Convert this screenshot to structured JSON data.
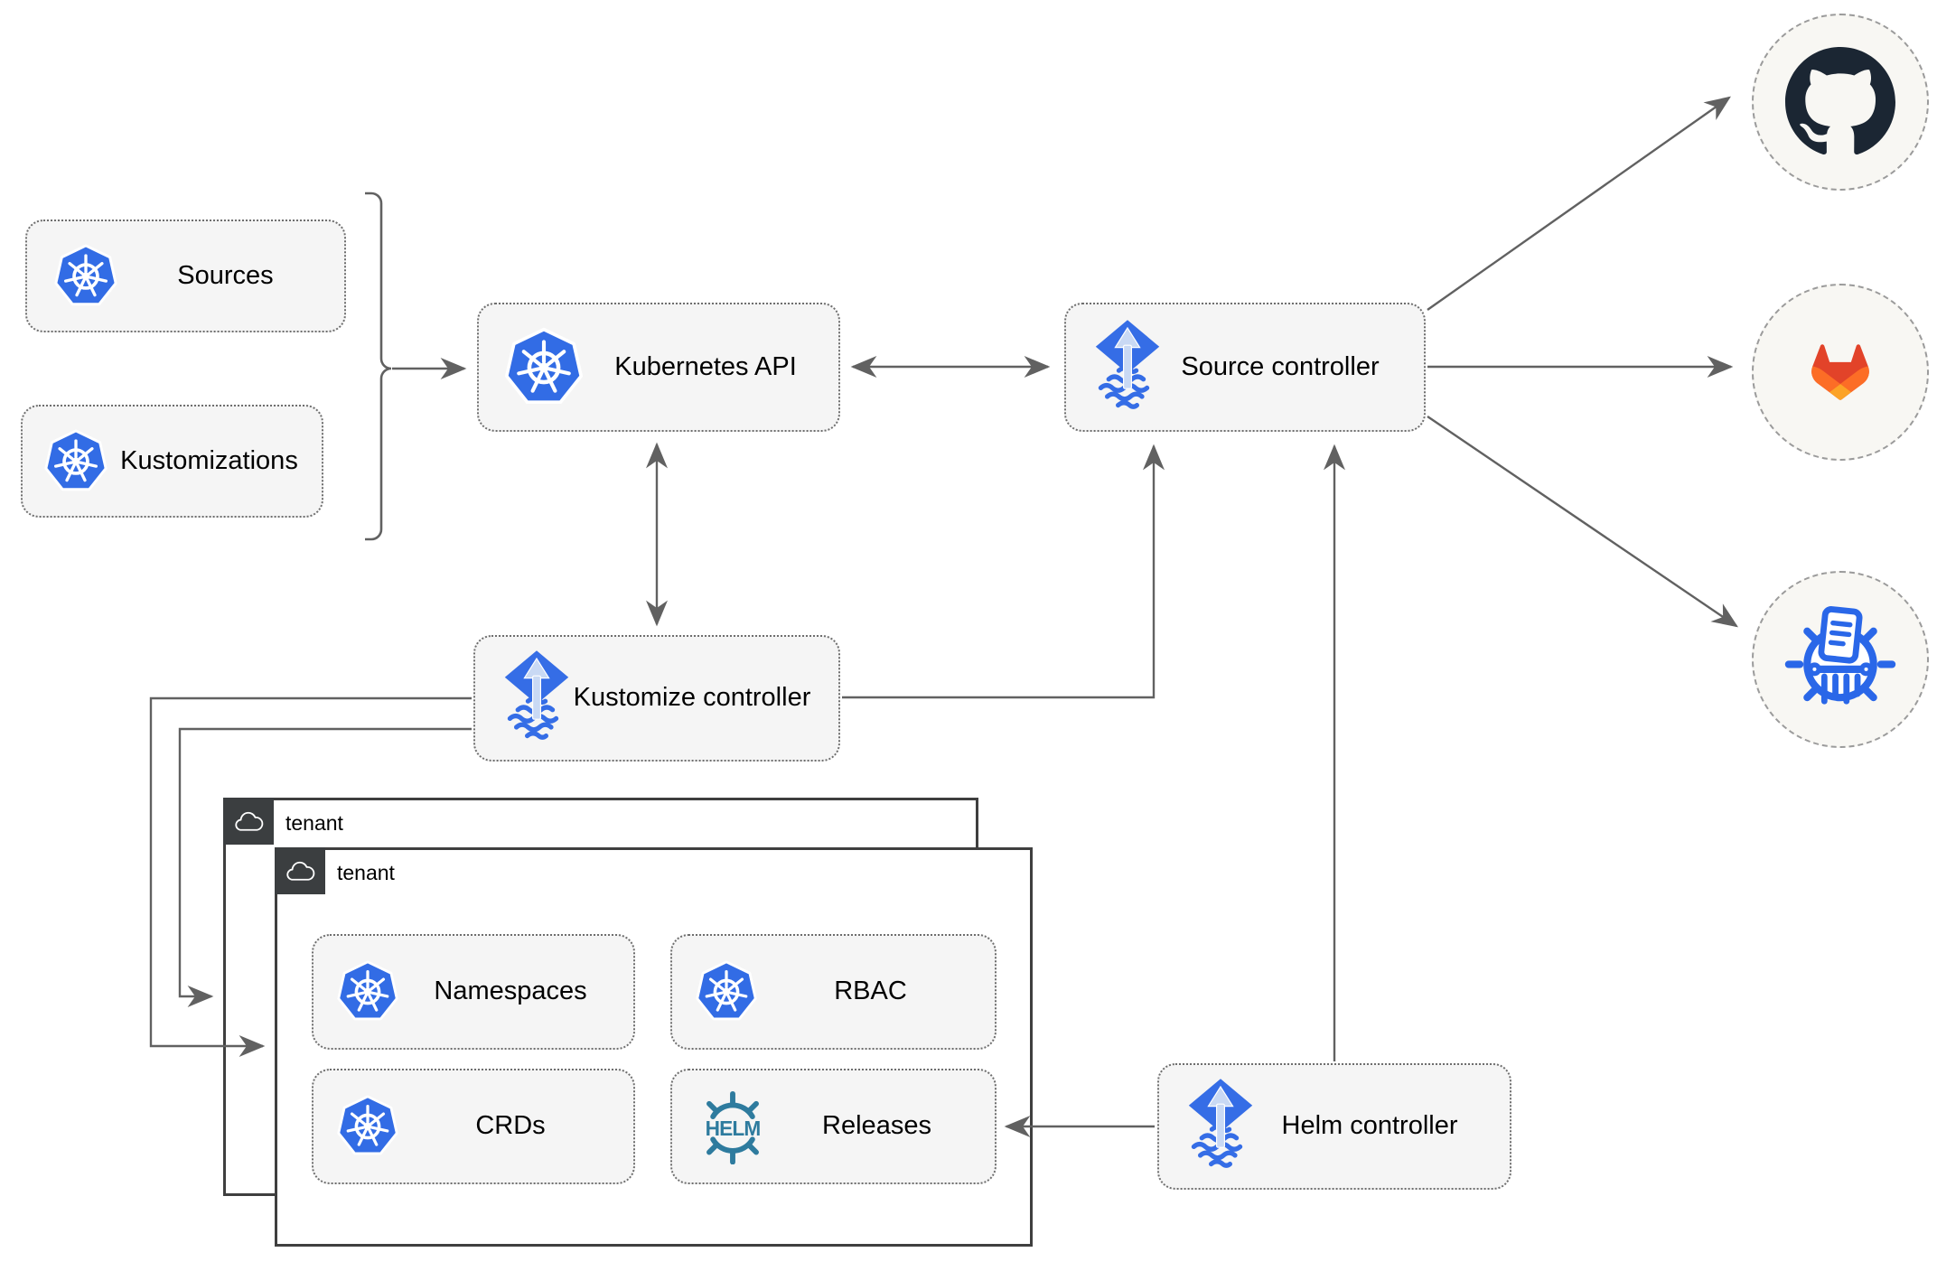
{
  "diagram": {
    "nodes": {
      "sources": "Sources",
      "kustomizations": "Kustomizations",
      "kubernetes_api": "Kubernetes API",
      "source_controller": "Source controller",
      "kustomize_controller": "Kustomize controller",
      "helm_controller": "Helm controller",
      "tenant_outer": "tenant",
      "tenant_inner": "tenant",
      "namespaces": "Namespaces",
      "rbac": "RBAC",
      "crds": "CRDs",
      "releases": "Releases"
    },
    "icons": {
      "kubernetes": "kubernetes-wheel",
      "flux": "flux-arrow-diamond",
      "helm": "helm-ship-wheel",
      "helm_text": "HELM",
      "cloud": "cloud",
      "github": "github-octocat",
      "gitlab": "gitlab-tanuki",
      "manifests": "kubernetes-manifests-shredder"
    },
    "colors": {
      "kubernetes-blue": "#326CE5",
      "flux-blue": "#356DE6",
      "flux-arrow": "#C9D9F4",
      "helm-teal": "#2E7B9E",
      "github-dark": "#1B2633",
      "gitlab-red-orange": "#E24329",
      "gitlab-orange": "#FC6D26",
      "gitlab-amber": "#FCA326",
      "line-gray": "#616161",
      "node-fill": "#F5F5F5",
      "node-border": "#6E6E6E",
      "tenant-tab": "#3B3E40",
      "circle-fill": "#F8F7F3",
      "manifest-blue": "#2A67E8"
    }
  }
}
